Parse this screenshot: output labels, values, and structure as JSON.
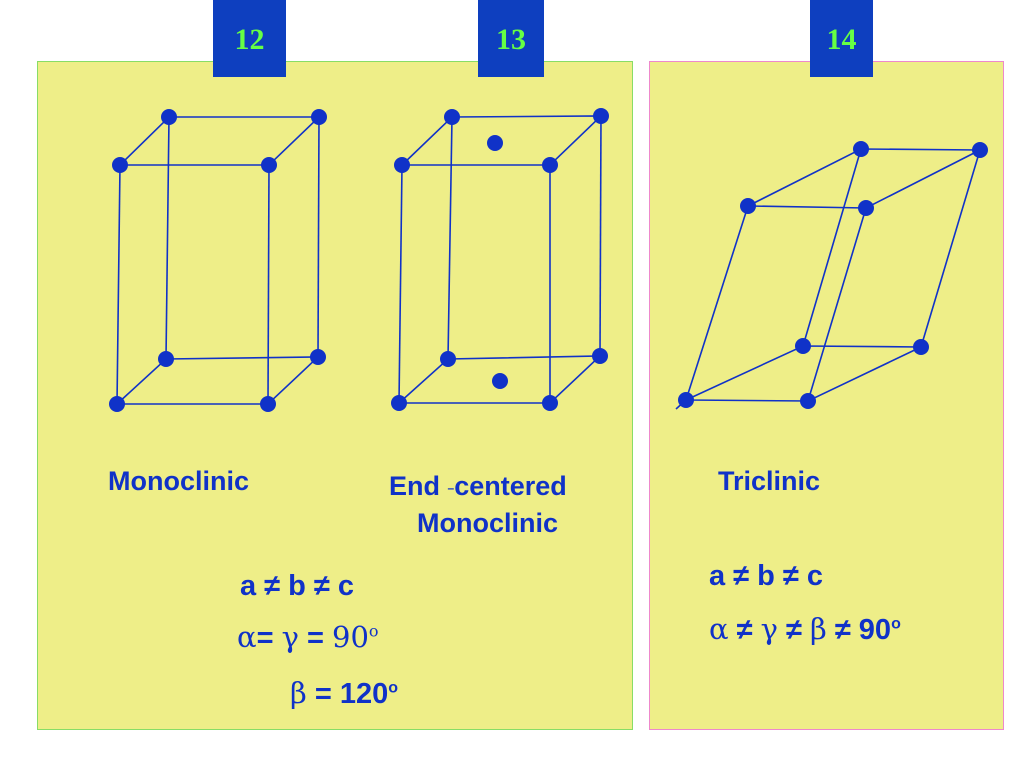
{
  "tabs": [
    "12",
    "13",
    "14"
  ],
  "labels": {
    "monoclinic": "Monoclinic",
    "end_centered_1": "End",
    "end_centered_dash": "–",
    "end_centered_2": "centered",
    "end_centered_line2": "Monoclinic",
    "triclinic": "Triclinic"
  },
  "left_params": {
    "line1": "a ≠ b ≠ c",
    "alpha": "α",
    "eq1": "= ",
    "gamma": "γ",
    "eq2": " = ",
    "angle1": "90",
    "deg1": "o",
    "beta": "β",
    "eq3": " = 120",
    "deg2": "o"
  },
  "right_params": {
    "line1": "a ≠ b ≠ c",
    "alpha": "α",
    "ne1": " ≠  ",
    "gamma": "γ",
    "ne2": " ≠  ",
    "beta": "β",
    "ne3": " ≠ 90",
    "deg": "o"
  },
  "colors": {
    "panel": "#eeee88",
    "lattice": "#1032c8",
    "tab": "#0e3fbf",
    "tab_text": "#66ff44"
  }
}
